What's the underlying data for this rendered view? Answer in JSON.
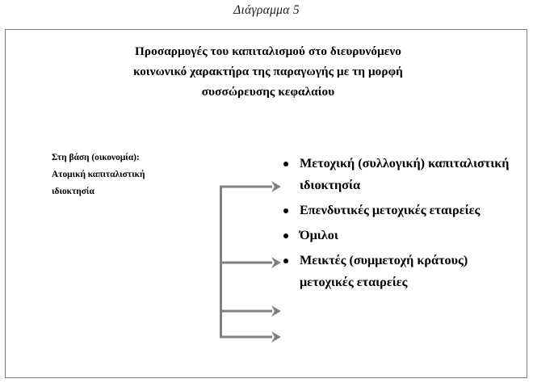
{
  "figure": {
    "caption": "Διάγραμμα 5"
  },
  "heading": {
    "line1": "Προσαρμογές του καπιταλισμού στο διευρυνόμενο",
    "line2": "κοινωνικό χαρακτήρα της παραγωγής με τη μορφή",
    "line3": "συσσώρευσης κεφαλαίου"
  },
  "source_label": {
    "line1": "Στη βάση (οικονομία):",
    "line2": "Ατομική καπιταλιστική",
    "line3": "ιδιοκτησία"
  },
  "outcomes": [
    {
      "text": "Μετοχική (συλλογική) καπιταλιστική ιδιοκτησία"
    },
    {
      "text": "Επενδυτικές μετοχικές εταιρείες"
    },
    {
      "text": "Όμιλοι"
    },
    {
      "text": "Μεικτές (συμμετοχή κράτους) μετοχικές εταιρείες"
    }
  ],
  "connector": {
    "arrow_count": 4,
    "color": "#808080",
    "stroke_width": 3
  },
  "colors": {
    "text": "#000000",
    "frame_border": "#7b7b7b",
    "arrow_gray": "#808080",
    "background": "#ffffff"
  }
}
